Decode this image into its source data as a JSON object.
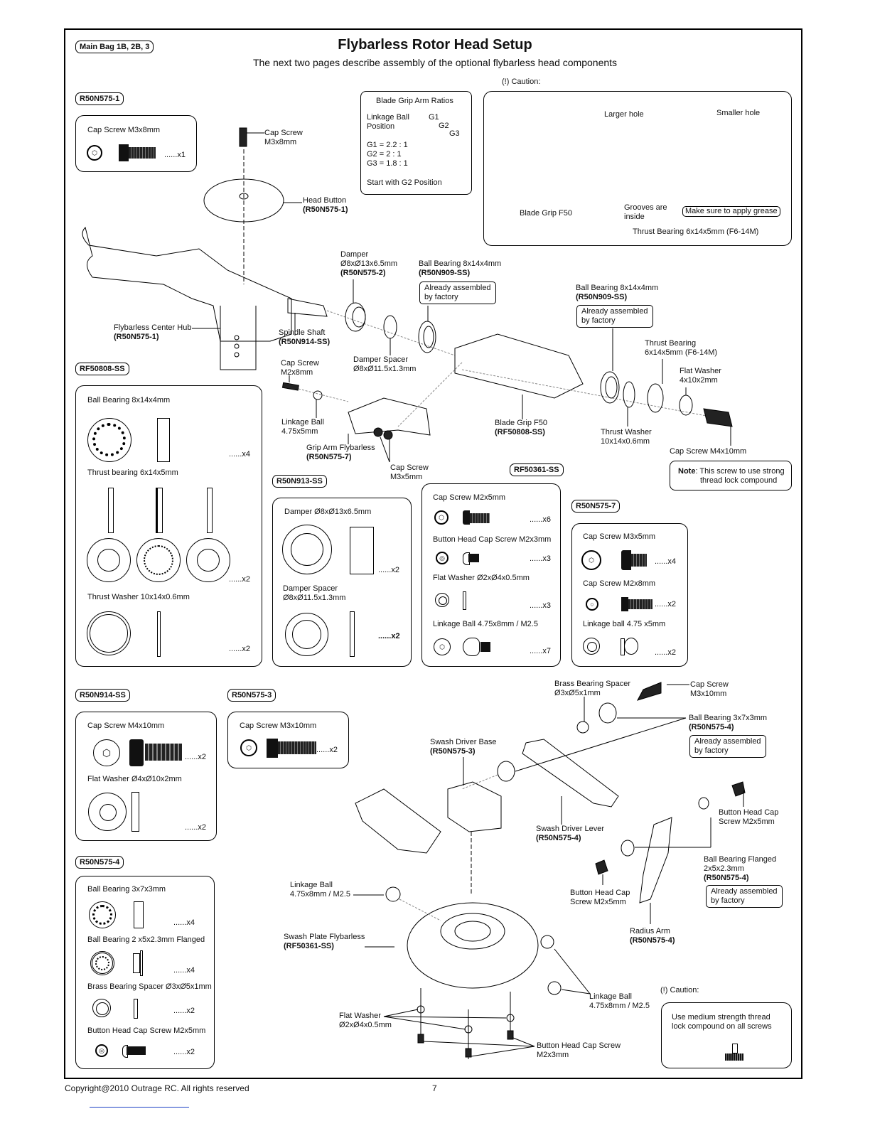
{
  "header": {
    "bag_tag": "Main Bag 1B, 2B, 3",
    "title": "Flybarless Rotor Head Setup",
    "subtitle": "The next two pages describe assembly of the optional flybarless head components"
  },
  "caution_top": {
    "label": "(!) Caution:",
    "larger_hole": "Larger hole",
    "smaller_hole": "Smaller hole",
    "blade_grip": "Blade Grip F50",
    "grooves": "Grooves are inside",
    "grease_note": "Make sure to apply grease",
    "thrust_bearing": "Thrust Bearing 6x14x5mm (F6-14M)"
  },
  "blade_grip_ratios": {
    "title": "Blade Grip Arm Ratios",
    "position_label": "Linkage Ball Position",
    "ratios": [
      "G1 = 2.2 : 1",
      "G2 = 2 : 1",
      "G3 = 1.8 : 1"
    ],
    "g_labels": [
      "G1",
      "G2",
      "G3"
    ],
    "start_note": "Start with G2 Position"
  },
  "parts_bags": [
    {
      "code": "R50N575-1",
      "items": [
        {
          "name": "Cap Screw M3x8mm",
          "qty": "......x1"
        }
      ]
    },
    {
      "code": "RF50808-SS",
      "items": [
        {
          "name": "Ball Bearing 8x14x4mm",
          "qty": "......x4"
        },
        {
          "name": "Thrust bearing 6x14x5mm",
          "qty": "......x2"
        },
        {
          "name": "Thrust  Washer 10x14x0.6mm",
          "qty": "......x2"
        }
      ]
    },
    {
      "code": "R50N913-SS",
      "items": [
        {
          "name": "Damper Ø8xØ13x6.5mm",
          "qty": "......x2"
        },
        {
          "name": "Damper Spacer Ø8xØ11.5x1.3mm",
          "qty": "......x2"
        }
      ]
    },
    {
      "code": "RF50361-SS",
      "items": [
        {
          "name": "Cap Screw M2x5mm",
          "qty": "......x6"
        },
        {
          "name": "Button Head Cap Screw M2x3mm",
          "qty": "......x3"
        },
        {
          "name": "Flat Washer Ø2xØ4x0.5mm",
          "qty": "......x3"
        },
        {
          "name": "Linkage Ball 4.75x8mm / M2.5",
          "qty": "......x7"
        }
      ]
    },
    {
      "code": "R50N575-7",
      "items": [
        {
          "name": "Cap Screw M3x5mm",
          "qty": "......x4"
        },
        {
          "name": "Cap Screw M2x8mm",
          "qty": "......x2"
        },
        {
          "name": "Linkage ball 4.75 x5mm",
          "qty": "......x2"
        }
      ]
    },
    {
      "code": "R50N914-SS",
      "items": [
        {
          "name": "Cap Screw M4x10mm",
          "qty": "......x2"
        },
        {
          "name": "Flat Washer Ø4xØ10x2mm",
          "qty": "......x2"
        }
      ]
    },
    {
      "code": "R50N575-3",
      "items": [
        {
          "name": "Cap Screw M3x10mm",
          "qty": "......x2"
        }
      ]
    },
    {
      "code": "R50N575-4",
      "items": [
        {
          "name": "Ball Bearing 3x7x3mm",
          "qty": "......x4"
        },
        {
          "name": "Ball Bearing 2 x5x2.3mm Flanged",
          "qty": "......x4"
        },
        {
          "name": "Brass Bearing Spacer Ø3xØ5x1mm",
          "qty": "......x2"
        },
        {
          "name": "Button Head Cap Screw M2x5mm",
          "qty": "......x2"
        }
      ]
    }
  ],
  "callouts": {
    "cap_screw_m3x8": [
      "Cap Screw",
      "M3x8mm"
    ],
    "head_button": [
      "Head Button",
      "(R50N575-1)"
    ],
    "center_hub": [
      "Flybarless Center Hub",
      "(R50N575-1)"
    ],
    "spindle_shaft": [
      "Spindle Shaft",
      "(R50N914-SS)"
    ],
    "damper": [
      "Damper",
      "Ø8xØ13x6.5mm",
      "(R50N575-2)"
    ],
    "ball_bearing_1": [
      "Ball Bearing 8x14x4mm",
      "(R50N909-SS)"
    ],
    "ball_bearing_2": [
      "Ball Bearing 8x14x4mm",
      "(R50N909-SS)"
    ],
    "already_assembled": [
      "Already assembled",
      "by factory"
    ],
    "damper_spacer": [
      "Damper Spacer",
      "Ø8xØ11.5x1.3mm"
    ],
    "cap_screw_m2x8": [
      "Cap Screw",
      "M2x8mm"
    ],
    "linkage_ball_475x5": [
      "Linkage Ball",
      "4.75x5mm"
    ],
    "grip_arm": [
      "Grip Arm Flybarless",
      "(R50N575-7)"
    ],
    "cap_screw_m3x5": [
      "Cap Screw",
      "M3x5mm"
    ],
    "blade_grip": [
      "Blade Grip F50",
      "(RF50808-SS)"
    ],
    "thrust_washer": [
      "Thrust Washer",
      "10x14x0.6mm"
    ],
    "thrust_bearing": [
      "Thrust Bearing",
      "6x14x5mm (F6-14M)"
    ],
    "flat_washer_4x10": [
      "Flat Washer",
      "4x10x2mm"
    ],
    "cap_screw_m4x10": "Cap Screw M4x10mm",
    "screw_note_bold": "Note",
    "screw_note": [
      ": This screw to use strong",
      "thread lock compound"
    ],
    "brass_spacer": [
      "Brass Bearing Spacer",
      "Ø3xØ5x1mm"
    ],
    "cap_screw_m3x10": [
      "Cap Screw",
      "M3x10mm"
    ],
    "ball_bearing_3x7": [
      "Ball Bearing 3x7x3mm",
      "(R50N575-4)"
    ],
    "swash_driver_base": [
      "Swash Driver Base",
      "(R50N575-3)"
    ],
    "swash_driver_lever": [
      "Swash Driver Lever",
      "(R50N575-4)"
    ],
    "button_head_m2x5_a": [
      "Button Head Cap",
      "Screw M2x5mm"
    ],
    "button_head_m2x5_b": [
      "Button Head Cap",
      "Screw M2x5mm"
    ],
    "flanged_bearing": [
      "Ball Bearing Flanged",
      "2x5x2.3mm",
      "(R50N575-4)"
    ],
    "radius_arm": [
      "Radius Arm",
      "(R50N575-4)"
    ],
    "linkage_ball_475x8_a": [
      "Linkage Ball",
      "4.75x8mm / M2.5"
    ],
    "linkage_ball_475x8_b": [
      "Linkage Ball",
      "4.75x8mm / M2.5"
    ],
    "swash_plate": [
      "Swash Plate Flybarless",
      "(RF50361-SS)"
    ],
    "flat_washer_2x4": [
      "Flat Washer",
      "Ø2xØ4x0.5mm"
    ],
    "button_head_m2x3": [
      "Button Head Cap Screw",
      "M2x3mm"
    ]
  },
  "caution_bottom": {
    "label": "(!) Caution:",
    "text": [
      "Use medium strength thread",
      "lock compound on all screws"
    ]
  },
  "footer": {
    "copyright": "Copyright@2010 Outrage RC. All rights reserved",
    "page_number": "7"
  }
}
